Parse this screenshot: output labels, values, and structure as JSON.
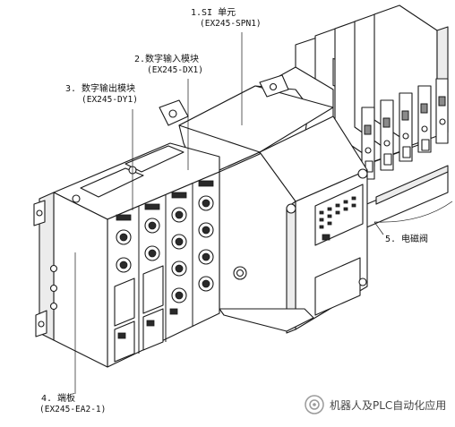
{
  "labels": {
    "si_unit": {
      "title": "1.SI 单元",
      "model": "(EX245-SPN1)"
    },
    "digital_input": {
      "title": "2.数字输入模块",
      "model": "(EX245-DX1)"
    },
    "digital_output": {
      "title": "3. 数字输出模块",
      "model": "(EX245-DY1)"
    },
    "end_plate": {
      "title": "4. 端板",
      "model": "(EX245-EA2-1)"
    },
    "solenoid_valve": {
      "title": "5. 电磁阀"
    }
  },
  "watermark": {
    "text": "机器人及PLC自动化应用",
    "icon": "wechat-official-account-icon"
  },
  "colors": {
    "line": "#1a1a1a",
    "fill": "#ffffff",
    "shade": "#e6e6e6",
    "dark": "#6b6b6b"
  }
}
